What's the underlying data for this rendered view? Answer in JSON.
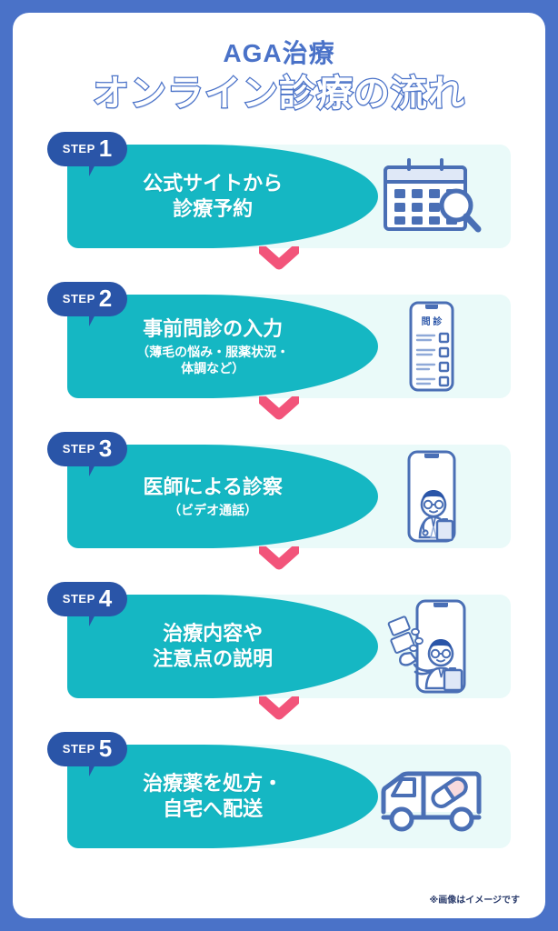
{
  "theme": {
    "border_blue": "#4a72c8",
    "badge_blue": "#2a55a8",
    "teal": "#15b7c3",
    "mint": "#eafaf9",
    "arrow_pink": "#f2547a",
    "icon_blue": "#4a6fb5"
  },
  "header": {
    "title_line1": "AGA治療",
    "title_line2": "オンライン診療の流れ"
  },
  "steps": [
    {
      "badge_label": "STEP",
      "number": "1",
      "title": "公式サイトから\n診療予約",
      "subtitle": "",
      "icon": "calendar-search-icon"
    },
    {
      "badge_label": "STEP",
      "number": "2",
      "title": "事前問診の入力",
      "subtitle": "（薄毛の悩み・服薬状況・\n体調など）",
      "icon": "phone-questionnaire-icon",
      "icon_text": "問 診"
    },
    {
      "badge_label": "STEP",
      "number": "3",
      "title": "医師による診察",
      "subtitle": "（ビデオ通話）",
      "icon": "phone-doctor-video-icon"
    },
    {
      "badge_label": "STEP",
      "number": "4",
      "title": "治療内容や\n注意点の説明",
      "subtitle": "",
      "icon": "doctor-medicine-icon"
    },
    {
      "badge_label": "STEP",
      "number": "5",
      "title": "治療薬を処方・\n自宅へ配送",
      "subtitle": "",
      "icon": "delivery-truck-pill-icon"
    }
  ],
  "arrows": {
    "name": "chevron-down-icon",
    "count": 4
  },
  "footer": {
    "note": "※画像はイメージです"
  }
}
